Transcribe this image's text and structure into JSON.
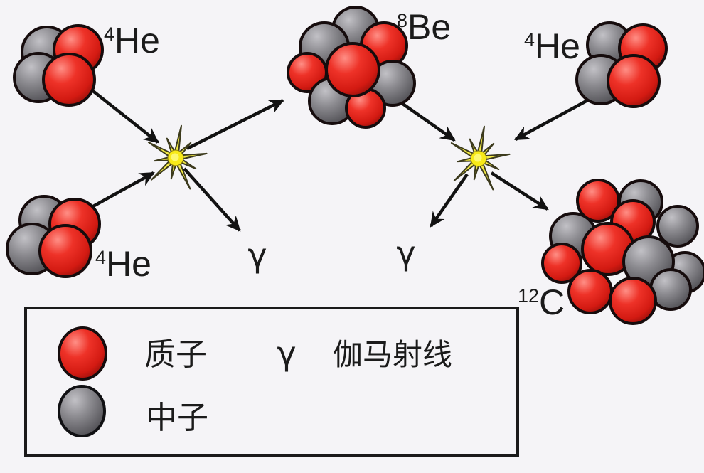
{
  "palette": {
    "background": "#f5f4f7",
    "proton_red": "#e02117",
    "proton_highlight": "#ff8f86",
    "proton_dark": "#7f0d09",
    "neutron_gray": "#8c8b90",
    "neutron_highlight": "#c2c1c6",
    "neutron_dark": "#454449",
    "sphere_outline": "#160c0d",
    "starburst_yellow": "#f6e925",
    "starburst_edge": "#3c3a1d",
    "arrow_black": "#121212",
    "text_black": "#1b1b1b",
    "legend_border": "#1a1a1a"
  },
  "nuclides": {
    "he_top_left": {
      "mass": "4",
      "symbol": "He"
    },
    "he_bottom_left": {
      "mass": "4",
      "symbol": "He"
    },
    "be": {
      "mass": "8",
      "symbol": "Be"
    },
    "he_right": {
      "mass": "4",
      "symbol": "He"
    },
    "c": {
      "mass": "12",
      "symbol": "C"
    }
  },
  "gamma": {
    "first": "γ",
    "second": "γ"
  },
  "legend": {
    "proton_label": "质子",
    "neutron_label": "中子",
    "gamma_symbol": "γ",
    "gamma_label": "伽马射线"
  }
}
